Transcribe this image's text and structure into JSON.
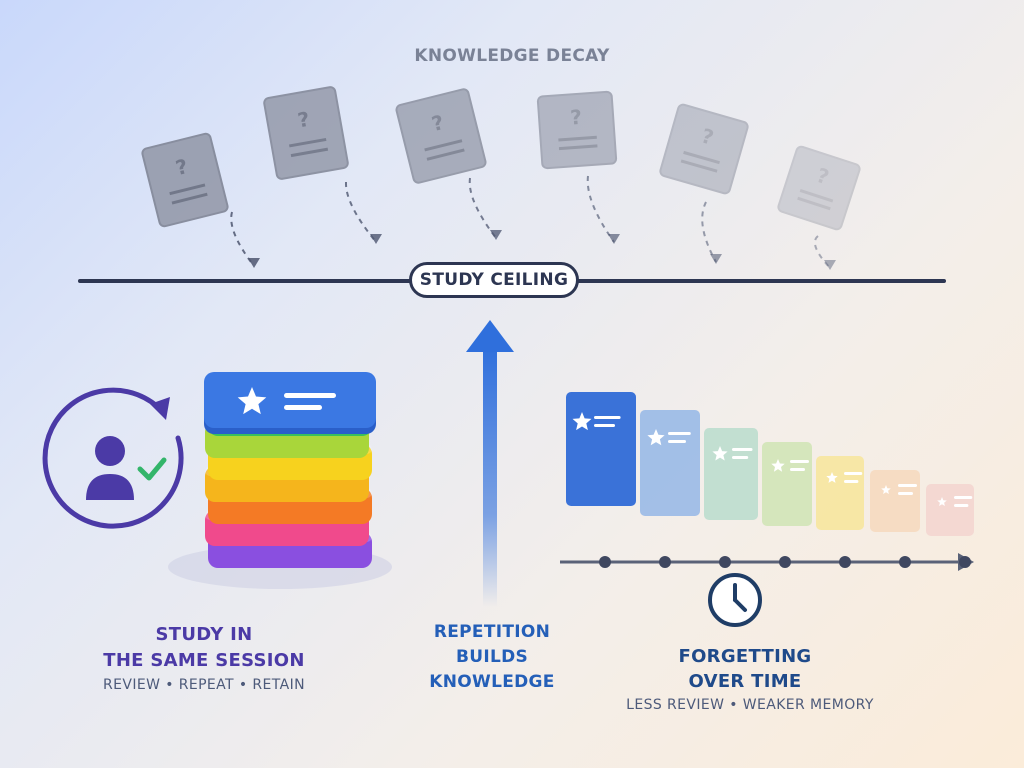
{
  "top": {
    "title": "KNOWLEDGE DECAY",
    "card_glyph": "?",
    "card_count": 6
  },
  "ceiling": {
    "label": "STUDY CEILING"
  },
  "left": {
    "title_line1": "STUDY IN",
    "title_line2": "THE SAME SESSION",
    "subtitle": "REVIEW • REPEAT • RETAIN",
    "icons": [
      "user-icon",
      "check-icon",
      "cycle-arrow-icon",
      "flashcard-stack-icon",
      "star-icon"
    ]
  },
  "center": {
    "line1": "REPETITION",
    "line2": "BUILDS",
    "line3": "KNOWLEDGE"
  },
  "right": {
    "title_line1": "FORGETTING",
    "title_line2": "OVER TIME",
    "subtitle": "LESS REVIEW • WEAKER MEMORY",
    "timeline_points": 7,
    "icons": [
      "clock-icon",
      "star-icon"
    ]
  },
  "colors": {
    "stack": [
      "#8a4fe0",
      "#f04a8c",
      "#f47a25",
      "#f5b51c",
      "#f7d21e",
      "#a9d63a",
      "#39c05c",
      "#1f9b4a"
    ],
    "fading_cards": [
      "#3a72d8",
      "#94b6e6",
      "#b8dccc",
      "#cfe4b4",
      "#f7e59a",
      "#f6d8bd",
      "#f3d3cf"
    ],
    "accent_blue": "#2f6fdc",
    "navy": "#2d3652"
  }
}
